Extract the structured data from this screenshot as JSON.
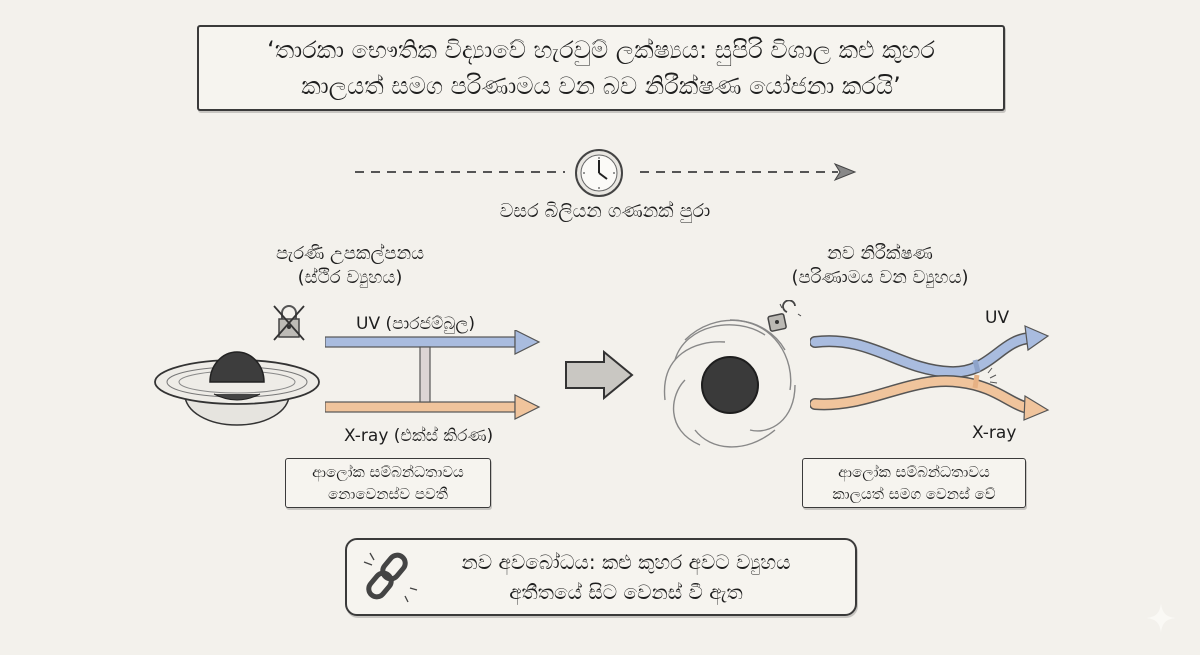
{
  "title": {
    "line1": "‘තාරකා භෞතික විද්‍යාවේ හැරවුම් ලක්ෂ්‍යය: සුපිරි විශාල කළු කුහර",
    "line2": "කාලයත් සමග පරිණාමය වන බව නිරීක්ෂණ යෝජනා කරයි’"
  },
  "timeline": {
    "label": "වසර බිලියන ගණනක් පුරා",
    "icon": "clock-icon"
  },
  "left_panel": {
    "heading_line1": "පැරණි උපකල්පනය",
    "heading_line2": "(ස්ථිර ව්‍යුහය)",
    "uv_label": "UV (පාරජම්බුල)",
    "xray_label": "X-ray (එක්ස් කිරණ)",
    "note_line1": "ආලෝක සම්බන්ධතාවය",
    "note_line2": "නොවෙනස්ව පවතී",
    "icons": [
      "black-hole-static-icon",
      "crossed-lock-icon"
    ]
  },
  "right_panel": {
    "heading_line1": "නව නිරීක්ෂණ",
    "heading_line2": "(පරිණාමය වන ව්‍යුහය)",
    "uv_label": "UV",
    "xray_label": "X-ray",
    "note_line1": "ආලෝක සම්බන්ධතාවය",
    "note_line2": "කාලයත් සමග වෙනස් වේ",
    "icons": [
      "black-hole-swirl-icon",
      "open-lock-icon"
    ]
  },
  "conclusion": {
    "line1": "නව අවබෝධය: කළු කුහර අවට ව්‍යුහය",
    "line2": "අතීතයේ සිට වෙනස් වී ඇත",
    "icon": "broken-chain-icon"
  },
  "colors": {
    "background": "#f3f1ec",
    "uv": "#9fb3d8",
    "xray": "#ecbc92",
    "ink": "#2a2a2a"
  }
}
